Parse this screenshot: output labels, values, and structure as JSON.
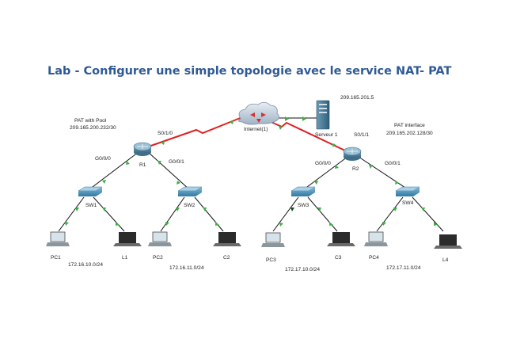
{
  "title": "Lab - Configurer une simple topologie avec le service NAT- PAT",
  "colors": {
    "title": "#2f5a96",
    "serial_link": "#e02020",
    "ethernet_link": "#111111",
    "port_up": "#3cb043",
    "router": "#4d7f99",
    "switch": "#3f8bb0",
    "cloud": "#b8c8d8",
    "server": "#3d6f8c"
  },
  "labels": {
    "server_ip": "209.165.201.5",
    "pat_pool": "PAT with Pool",
    "pat_pool_net": "209.165.200.232/30",
    "pat_iface": "PAT interface",
    "pat_iface_net": "209.165.202.128/30",
    "r1_serial": "S0/1/0",
    "r2_serial": "S0/1/1",
    "internet": "Internet(1)",
    "server": "Serveur 1",
    "r1": "R1",
    "r2": "R2",
    "r1_g000": "G0/0/0",
    "r1_g001": "G0/0/1",
    "r2_g000": "G0/0/0",
    "r2_g001": "G0/0/1",
    "sw1": "SW1",
    "sw2": "SW2",
    "sw3": "SW3",
    "sw4": "SW4",
    "pc1": "PC1",
    "l1": "L1",
    "pc2": "PC2",
    "c2": "C2",
    "pc3": "PC3",
    "c3": "C3",
    "pc4": "PC4",
    "l4": "L4",
    "lan1": "172.16.10.0/24",
    "lan2": "172.16.11.0/24",
    "lan3": "172.17.10.0/24",
    "lan4": "172.17.11.0/24"
  }
}
